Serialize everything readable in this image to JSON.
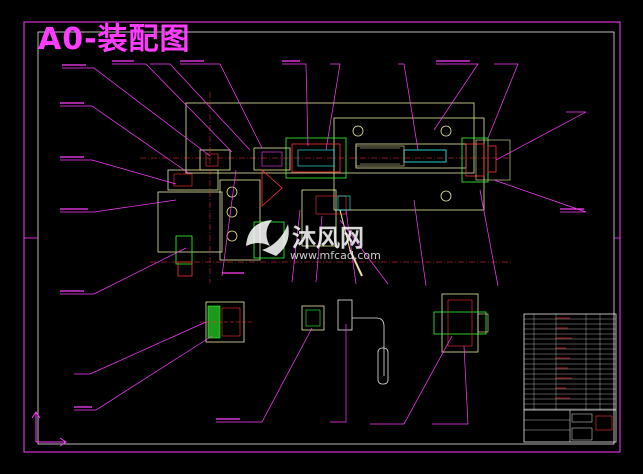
{
  "drawing": {
    "title": "A0-装配图",
    "watermark_text": "沐风网",
    "watermark_url": "www.mfcad.com"
  },
  "colors": {
    "background": "#000000",
    "frame": "#ff3cff",
    "geometry": "#e8e8a0",
    "leader": "#ff3cff",
    "part_red": "#ff3030",
    "part_green": "#30ff30",
    "part_cyan": "#30ffff",
    "table": "#ffffff"
  }
}
